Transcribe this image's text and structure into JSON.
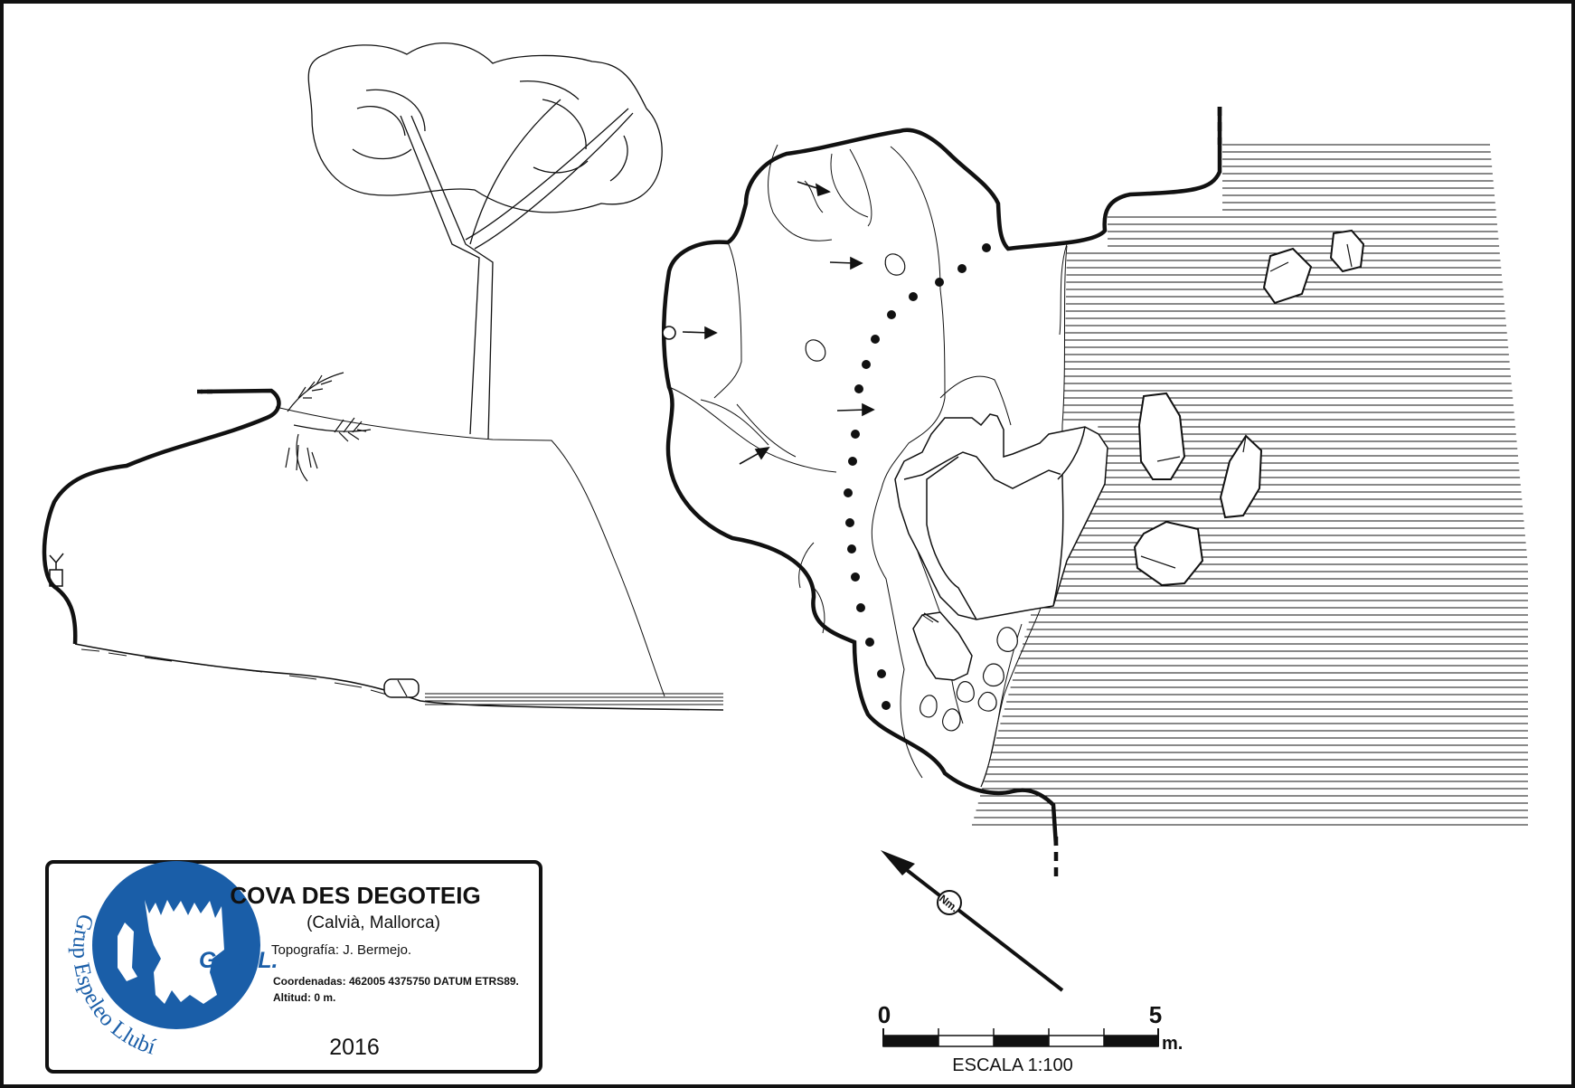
{
  "title": "COVA DES DEGOTEIG",
  "location": "(Calvià, Mallorca)",
  "topography": "Topografía: J. Bermejo.",
  "coordinates": "Coordenadas: 462005 4375750 DATUM ETRS89.",
  "altitude": "Altitud: 0 m.",
  "year": "2016",
  "logo": {
    "initials": "G.E.LL.",
    "arc_text": "Grup Espeleo Llubí",
    "color": "#1a5ea8"
  },
  "north": {
    "label": "Nm."
  },
  "scale": {
    "start": "0",
    "end": "5",
    "unit": "m.",
    "label": "ESCALA 1:100"
  },
  "colors": {
    "ink": "#111111",
    "logo_blue": "#1a5ea8"
  }
}
